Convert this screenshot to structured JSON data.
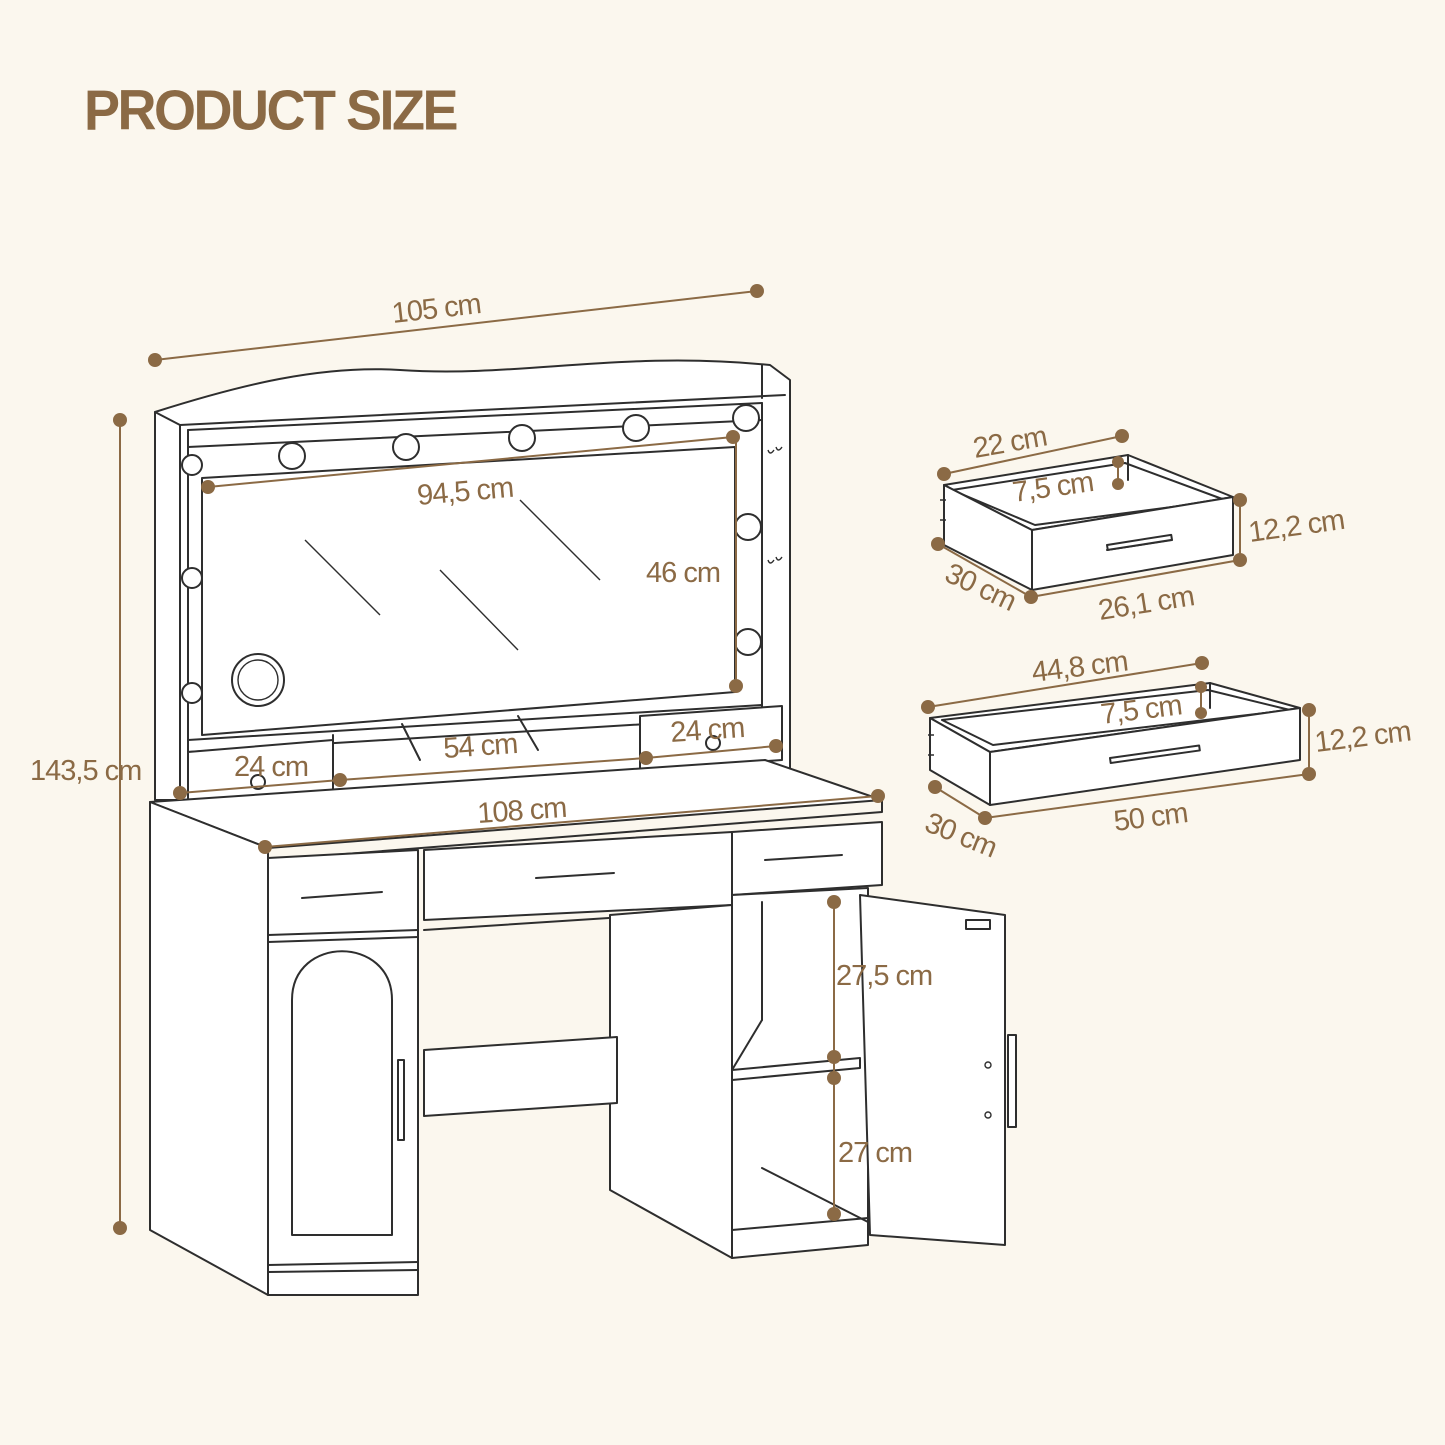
{
  "title": "PRODUCT SIZE",
  "colors": {
    "accent": "#8b6a45",
    "line": "#2e2e2e",
    "background": "#fbf7ee"
  },
  "vanity": {
    "overall_width": "105 cm",
    "overall_height": "143,5 cm",
    "mirror_width": "94,5 cm",
    "mirror_height": "46 cm",
    "left_small_drawer": "24 cm",
    "shelf_width": "54 cm",
    "right_small_drawer": "24 cm",
    "desk_width": "108 cm",
    "cabinet_upper": "27,5 cm",
    "cabinet_lower": "27 cm"
  },
  "small_drawer": {
    "width_top": "22 cm",
    "inner_height": "7,5 cm",
    "height": "12,2 cm",
    "depth": "30 cm",
    "front_width": "26,1 cm"
  },
  "large_drawer": {
    "width_top": "44,8 cm",
    "inner_height": "7,5 cm",
    "height": "12,2 cm",
    "depth": "30 cm",
    "front_width": "50 cm"
  }
}
